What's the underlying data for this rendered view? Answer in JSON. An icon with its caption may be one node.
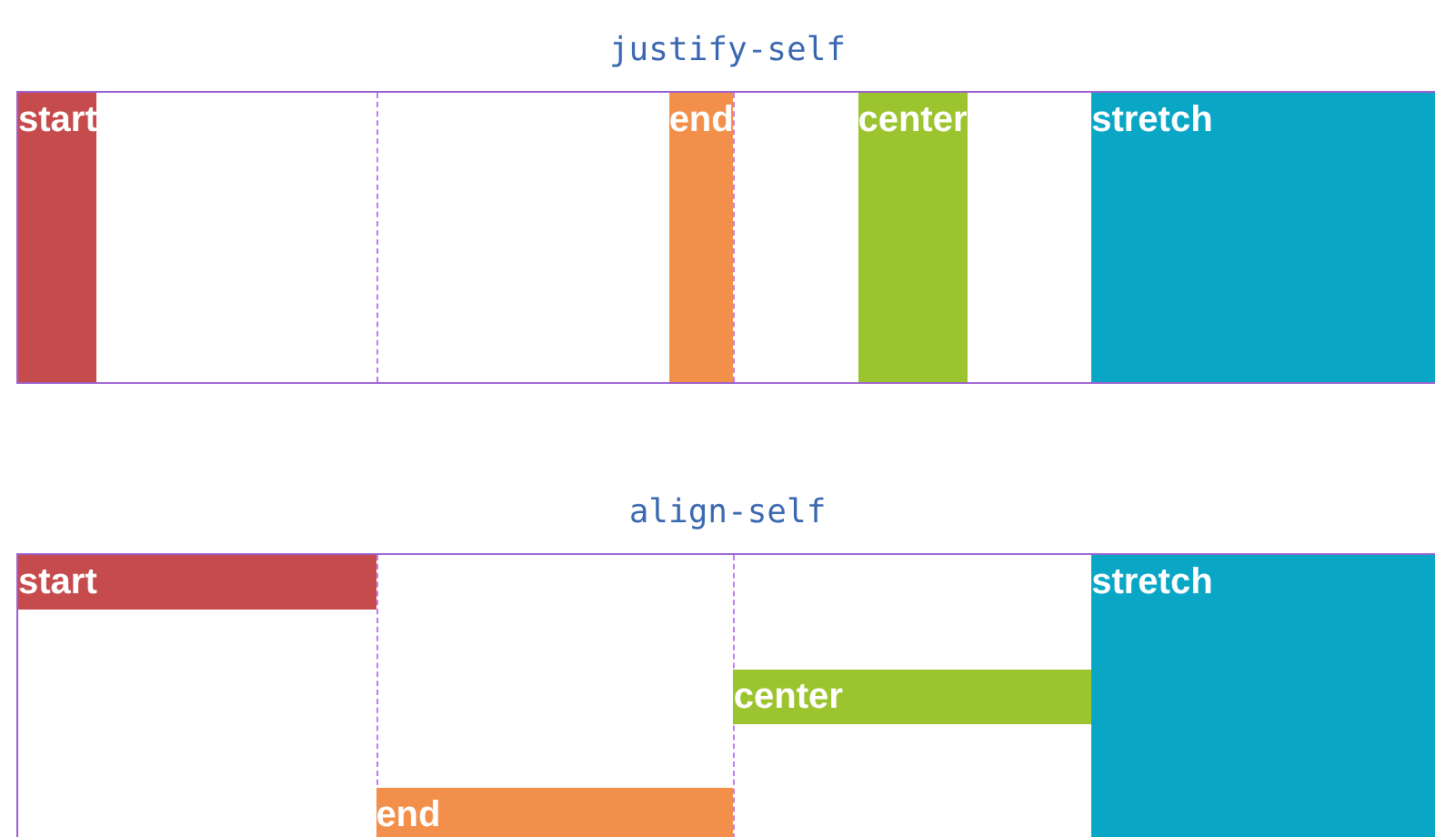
{
  "diagram": {
    "nodes": [
      {
        "text": [
          "justify-self"
        ]
      },
      {
        "text": [
          "start"
        ],
        "in": 0
      },
      {
        "text": [
          "end"
        ],
        "in": 0
      },
      {
        "text": [
          "center"
        ],
        "in": 0
      },
      {
        "text": [
          "stretch"
        ],
        "in": 0
      },
      {
        "text": [
          "align-self"
        ]
      },
      {
        "text": [
          "start"
        ],
        "in": 5
      },
      {
        "text": [
          "end"
        ],
        "in": 5
      },
      {
        "text": [
          "center"
        ],
        "in": 5
      },
      {
        "text": [
          "stretch"
        ],
        "in": 5
      }
    ]
  }
}
